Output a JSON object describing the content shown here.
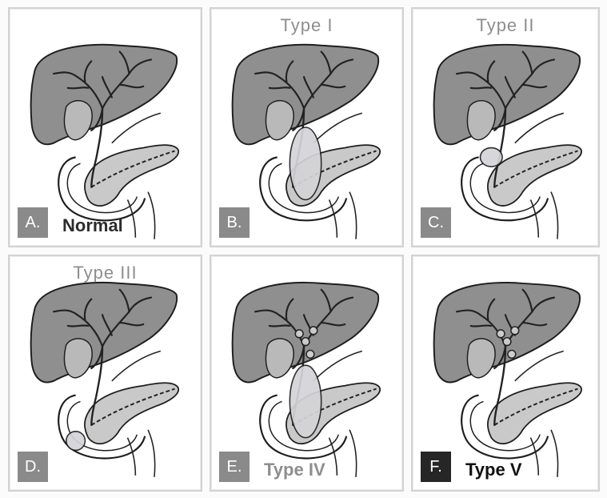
{
  "panels": [
    {
      "badge": "A.",
      "title": "",
      "side_label": "Normal",
      "variant": "normal",
      "badge_style": "grey",
      "side_style": "dark"
    },
    {
      "badge": "B.",
      "title": "Type I",
      "side_label": "",
      "variant": "type1",
      "badge_style": "grey",
      "side_style": "grey"
    },
    {
      "badge": "C.",
      "title": "Type II",
      "side_label": "",
      "variant": "type2",
      "badge_style": "grey",
      "side_style": "grey"
    },
    {
      "badge": "D.",
      "title": "Type III",
      "side_label": "",
      "variant": "type3",
      "badge_style": "grey",
      "side_style": "grey"
    },
    {
      "badge": "E.",
      "title": "",
      "side_label": "Type IV",
      "variant": "type4",
      "badge_style": "grey",
      "side_style": "grey"
    },
    {
      "badge": "F.",
      "title": "",
      "side_label": "Type V",
      "variant": "type5",
      "badge_style": "dark",
      "side_style": "black"
    }
  ],
  "colors": {
    "liver": "#8f8f8f",
    "pancreas": "#c9c9c9",
    "cyst": "#d4d4d8",
    "outline": "#1e1e1e",
    "duct": "#222222"
  }
}
